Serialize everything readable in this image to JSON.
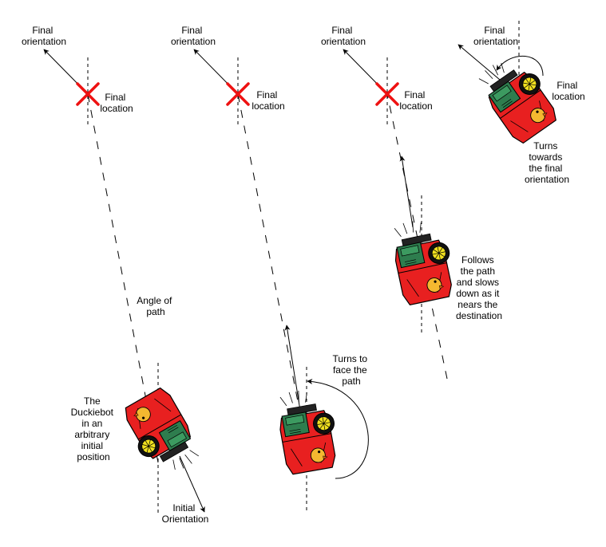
{
  "colors": {
    "cross": "#ee1111",
    "robot_body": "#e82020",
    "wheel": "#f0e020",
    "electronics": "#2e7d4e",
    "duck": "#f4b830",
    "line": "#000000"
  },
  "panels": [
    {
      "final_orientation": [
        "Final",
        "orientation"
      ],
      "final_location": [
        "Final",
        "location"
      ],
      "angle_of_path": [
        "Angle of",
        "path"
      ],
      "robot_caption": [
        "The",
        "Duckiebot",
        "in an",
        "arbitrary",
        "initial",
        "position"
      ],
      "initial_orientation": [
        "Initial",
        "Orientation"
      ]
    },
    {
      "final_orientation": [
        "Final",
        "orientation"
      ],
      "final_location": [
        "Final",
        "location"
      ],
      "robot_caption": [
        "Turns to",
        "face the",
        "path"
      ]
    },
    {
      "final_orientation": [
        "Final",
        "orientation"
      ],
      "final_location": [
        "Final",
        "location"
      ],
      "robot_caption": [
        "Follows",
        "the path",
        "and slows",
        "down as it",
        "nears the",
        "destination"
      ]
    },
    {
      "final_orientation": [
        "Final",
        "orientation"
      ],
      "final_location": [
        "Final",
        "location"
      ],
      "robot_caption": [
        "Turns",
        "towards",
        "the final",
        "orientation"
      ]
    }
  ]
}
